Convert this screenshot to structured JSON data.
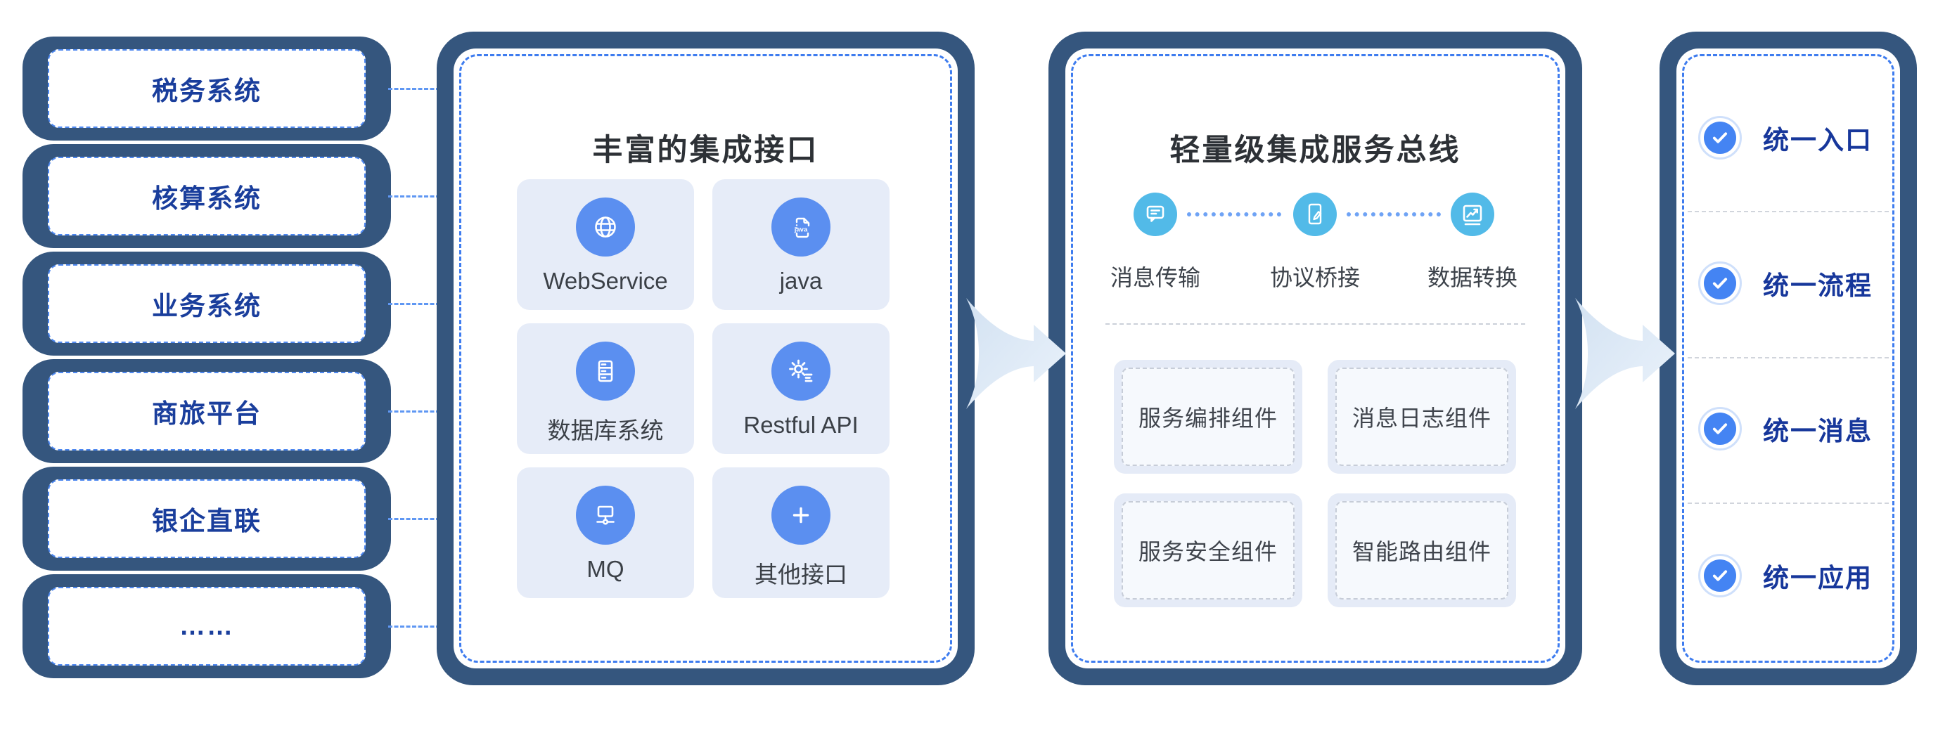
{
  "colors": {
    "frame_navy": "#35567E",
    "dashed_blue": "#3E7CEF",
    "navy_text": "#1A3E9C",
    "icon_blue": "#5B8FF0",
    "cyan": "#52BAE8",
    "check_blue": "#4484F3",
    "card_bg": "#E6ECF8",
    "arrow_fill": "#DCE8F5"
  },
  "source_systems": [
    "税务系统",
    "核算系统",
    "业务系统",
    "商旅平台",
    "银企直联",
    "……"
  ],
  "interfaces_panel": {
    "title": "丰富的集成接口",
    "cards": [
      {
        "label": "WebService",
        "icon": "globe-icon"
      },
      {
        "label": "java",
        "icon": "java-file-icon"
      },
      {
        "label": "数据库系统",
        "icon": "server-icon"
      },
      {
        "label": "Restful API",
        "icon": "gear-list-icon"
      },
      {
        "label": "MQ",
        "icon": "mq-network-icon"
      },
      {
        "label": "其他接口",
        "icon": "plus-icon"
      }
    ]
  },
  "bus_panel": {
    "title": "轻量级集成服务总线",
    "features": [
      {
        "label": "消息传输",
        "icon": "message-bubble-icon"
      },
      {
        "label": "协议桥接",
        "icon": "protocol-bridge-icon"
      },
      {
        "label": "数据转换",
        "icon": "data-transform-icon"
      }
    ],
    "components": [
      "服务编排组件",
      "消息日志组件",
      "服务安全组件",
      "智能路由组件"
    ]
  },
  "benefits_panel": {
    "items": [
      "统一入口",
      "统一流程",
      "统一消息",
      "统一应用"
    ]
  }
}
